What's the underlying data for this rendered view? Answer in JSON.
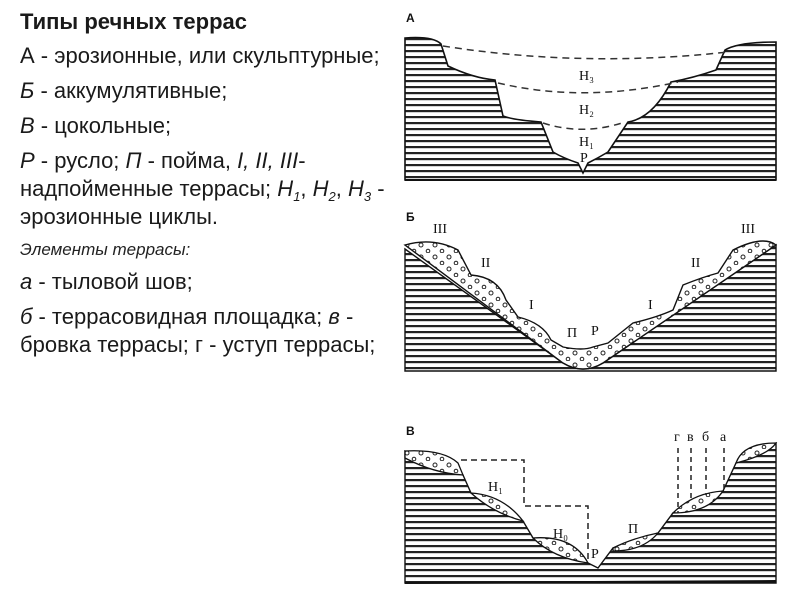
{
  "title": "Типы речных террас",
  "legend": {
    "a_key": "А",
    "a_text": " - эрозионные, или скульптурные;",
    "b_key": "Б",
    "b_text": " - аккумулятивные;",
    "c_key": "В",
    "c_text": " - цокольные;",
    "p_key": "Р",
    "p_text": " - русло; ",
    "floodplain_key": "П",
    "floodplain_text": " - пойма, ",
    "terrace_keys": "I, II, III",
    "terrace_text": "- надпойменные террасы; ",
    "h1": "H",
    "h1_sub": "1",
    "h2": "H",
    "h2_sub": "2",
    "h3": "H",
    "h3_sub": "3",
    "cycles_text": " - эрозионные циклы."
  },
  "elements": {
    "heading": "Элементы террасы:",
    "a_key": "а",
    "a_text": " - тыловой шов;",
    "b_key": "б",
    "b_text": " - террасовидная площадка; ",
    "v_key": "в",
    "v_text": " - бровка террасы; ",
    "g_key": "г",
    "g_text": " - уступ террасы;"
  },
  "diagrams": {
    "a": {
      "label": "А",
      "h3": "H₃",
      "h2": "H₂",
      "h1": "H₁",
      "p": "Р"
    },
    "b": {
      "label": "Б",
      "iii_left": "III",
      "ii_left": "II",
      "i_left": "I",
      "p_floodplain": "П",
      "p": "Р",
      "i_right": "I",
      "ii_right": "II",
      "iii_right": "III"
    },
    "c": {
      "label": "В",
      "h1": "H₁",
      "h0": "H₀",
      "p": "Р",
      "floodplain": "П",
      "g": "г",
      "v": "в",
      "b": "б",
      "a": "а"
    }
  }
}
